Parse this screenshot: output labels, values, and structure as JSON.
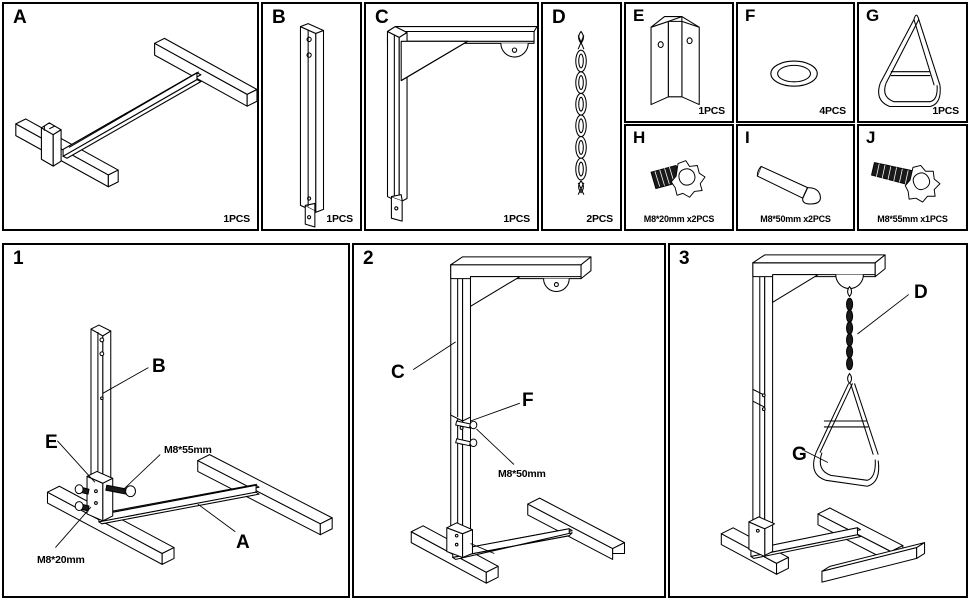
{
  "document": {
    "type": "assembly-instruction-sheet",
    "title": "Trapeze Bar Stand Assembly",
    "background_color": "#ffffff",
    "line_color": "#000000"
  },
  "parts": [
    {
      "letter": "A",
      "icon": "base-frame-icon",
      "quantity": "1PCS",
      "description": "H-shaped tubular base frame"
    },
    {
      "letter": "B",
      "icon": "upright-post-icon",
      "quantity": "1PCS",
      "description": "Vertical post with adjustment holes"
    },
    {
      "letter": "C",
      "icon": "l-bracket-arm-icon",
      "quantity": "1PCS",
      "description": "L-shaped upper post and overhead arm with gusset and hanger eye"
    },
    {
      "letter": "D",
      "icon": "chain-icon",
      "quantity": "2PCS",
      "description": "Hanging chain"
    },
    {
      "letter": "E",
      "icon": "u-channel-bracket-icon",
      "quantity": "1PCS",
      "description": "U-channel mounting bracket"
    },
    {
      "letter": "F",
      "icon": "washer-icon",
      "quantity": "4PCS",
      "description": "Flat washer"
    },
    {
      "letter": "G",
      "icon": "trapeze-handle-icon",
      "quantity": "1PCS",
      "description": "Triangular trapeze handle"
    },
    {
      "letter": "H",
      "icon": "knob-bolt-icon",
      "quantity": "M8*20mm x2PCS",
      "description": "Knob bolt M8 x 20mm"
    },
    {
      "letter": "I",
      "icon": "hex-bolt-icon",
      "quantity": "M8*50mm x2PCS",
      "description": "Bolt M8 x 50mm"
    },
    {
      "letter": "J",
      "icon": "knob-bolt-long-icon",
      "quantity": "M8*55mm x1PCS",
      "description": "Knob bolt M8 x 55mm"
    }
  ],
  "steps": [
    {
      "number": "1",
      "callouts": [
        {
          "text": "B",
          "kind": "letter"
        },
        {
          "text": "E",
          "kind": "letter"
        },
        {
          "text": "A",
          "kind": "letter"
        },
        {
          "text": "M8*55mm",
          "kind": "spec"
        },
        {
          "text": "M8*20mm",
          "kind": "spec"
        }
      ]
    },
    {
      "number": "2",
      "callouts": [
        {
          "text": "C",
          "kind": "letter"
        },
        {
          "text": "F",
          "kind": "letter"
        },
        {
          "text": "M8*50mm",
          "kind": "spec"
        }
      ]
    },
    {
      "number": "3",
      "callouts": [
        {
          "text": "D",
          "kind": "letter"
        },
        {
          "text": "G",
          "kind": "letter"
        }
      ]
    }
  ]
}
